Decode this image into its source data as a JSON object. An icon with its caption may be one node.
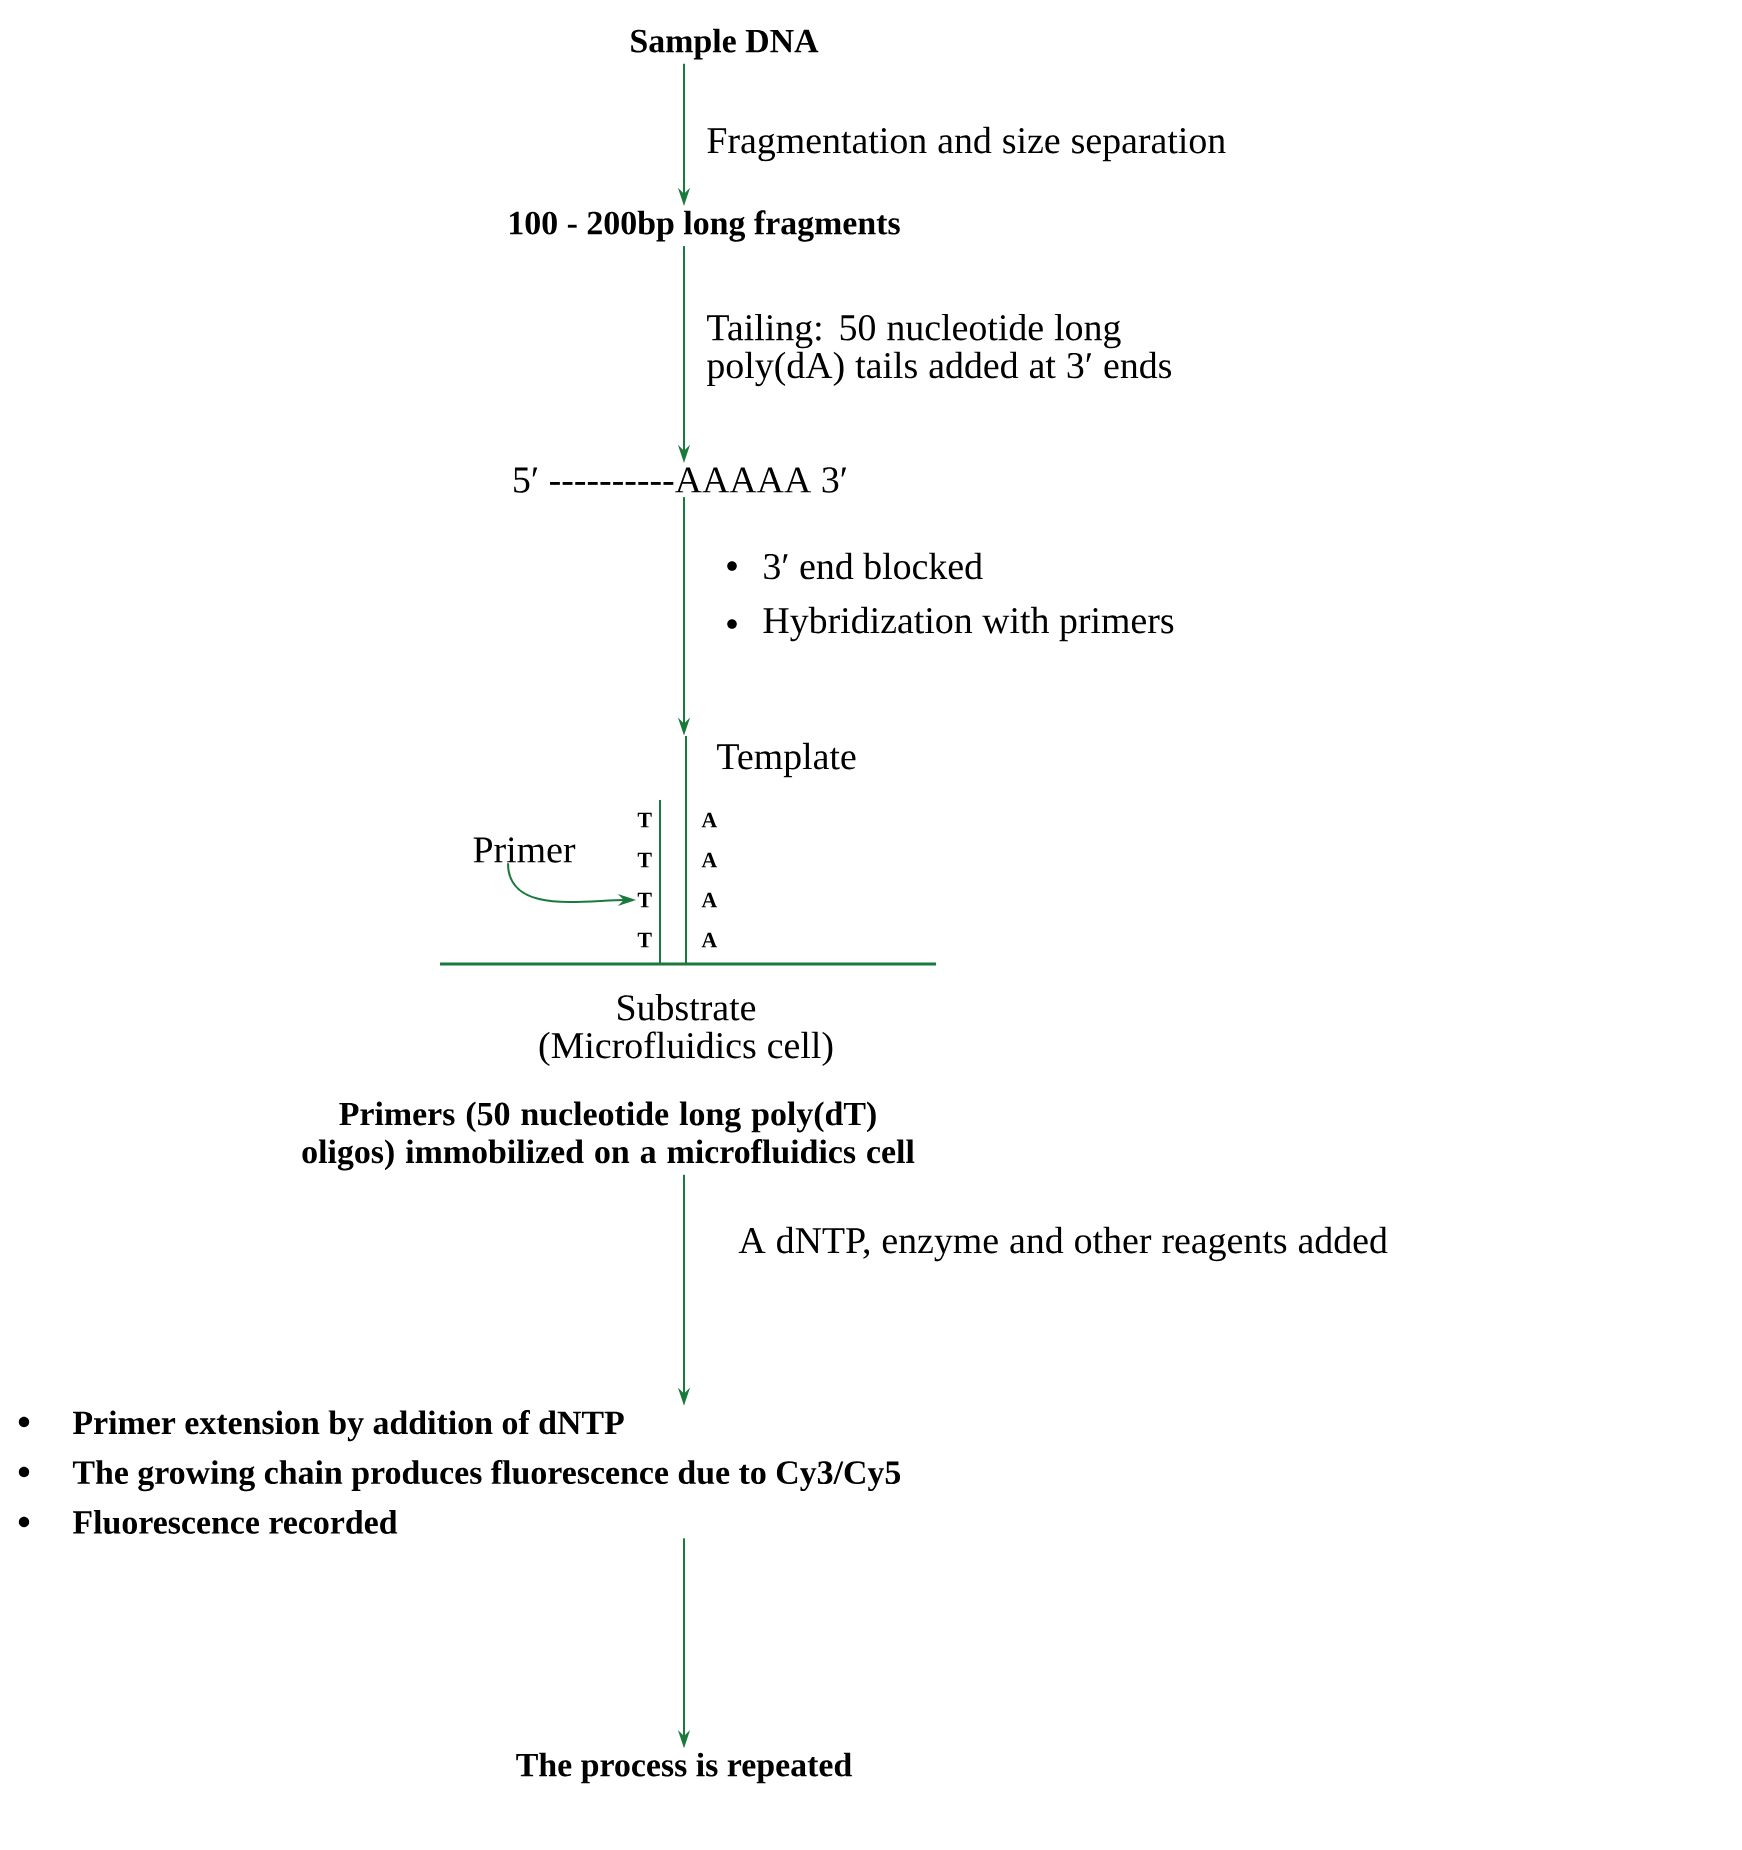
{
  "diagram": {
    "nodes": [
      {
        "text": [
          "Sample DNA"
        ]
      },
      {
        "text": [
          "100 - 200bp long fragments"
        ]
      },
      {
        "text": [
          "5′ ----------AAAAA 3′"
        ]
      },
      {
        "text": [],
        "shape": "picture",
        "beside": [
          "T",
          "A",
          "T",
          "A",
          "T",
          "A",
          "T",
          "A"
        ]
      },
      {
        "text": [
          "Primer"
        ]
      },
      {
        "text": [
          "Primers (50 nucleotide long poly(dT) oligos) immobilized on a microfluidics cell"
        ]
      },
      {
        "text": [
          "Primer extension by addition of dNTP",
          "The growing chain produces fluorescence due to Cy3/Cy5",
          "Fluorescence recorded"
        ]
      },
      {
        "text": [
          "The process is repeated"
        ]
      }
    ],
    "edges": [
      {
        "from": 0,
        "to": 1,
        "arrow": "to",
        "label": "Fragmentation and size separation"
      },
      {
        "from": 1,
        "to": 2,
        "arrow": "to",
        "label": "Tailing: 50 nucleotide long poly(dA) tails added at 3′ ends"
      },
      {
        "from": 2,
        "to": 3,
        "arrow": "to"
      },
      {
        "from": 4,
        "to": 3,
        "arrow": "to"
      },
      {
        "from": 5,
        "to": 6,
        "arrow": "to",
        "label": "A dNTP, enzyme and other reagents added"
      },
      {
        "from": 6,
        "to": 7,
        "arrow": "to"
      }
    ],
    "labels": [
      "3′ end blocked",
      "Hybridization with primers",
      "Template",
      "Substrate (Microfluidics cell)"
    ]
  }
}
